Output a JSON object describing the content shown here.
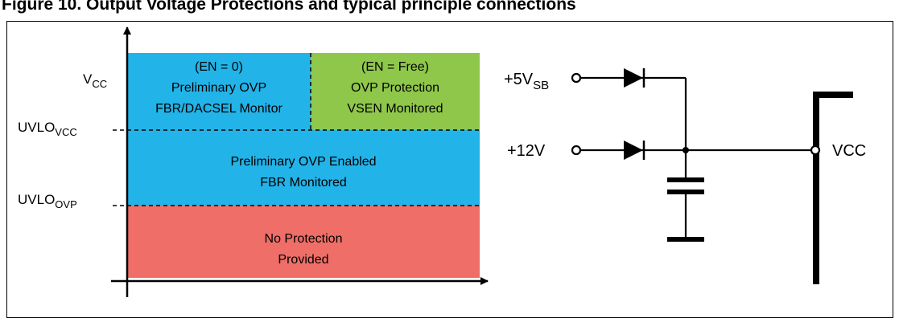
{
  "caption": "Figure 10. Output Voltage Protections and typical principle connections",
  "colors": {
    "region_blue": "#22b3e8",
    "region_green": "#8fc74a",
    "region_red": "#ef6e67",
    "line": "#000000"
  },
  "levels": {
    "vcc": {
      "main": "V",
      "sub": "CC"
    },
    "uvlo_vcc": {
      "main": "UVLO",
      "sub": "VCC"
    },
    "uvlo_ovp": {
      "main": "UVLO",
      "sub": "OVP"
    }
  },
  "regions": {
    "top_left": {
      "line1": "(EN = 0)",
      "line2": "Preliminary OVP",
      "line3": "FBR/DACSEL Monitor"
    },
    "top_right": {
      "line1": "(EN = Free)",
      "line2": "OVP Protection",
      "line3": "VSEN Monitored"
    },
    "middle": {
      "line1": "Preliminary OVP Enabled",
      "line2": "FBR Monitored"
    },
    "bottom": {
      "line1": "No Protection",
      "line2": "Provided"
    }
  },
  "circuit": {
    "input_5v": {
      "main": "+5V",
      "sub": "SB"
    },
    "input_12v": "+12V",
    "output": "VCC"
  }
}
